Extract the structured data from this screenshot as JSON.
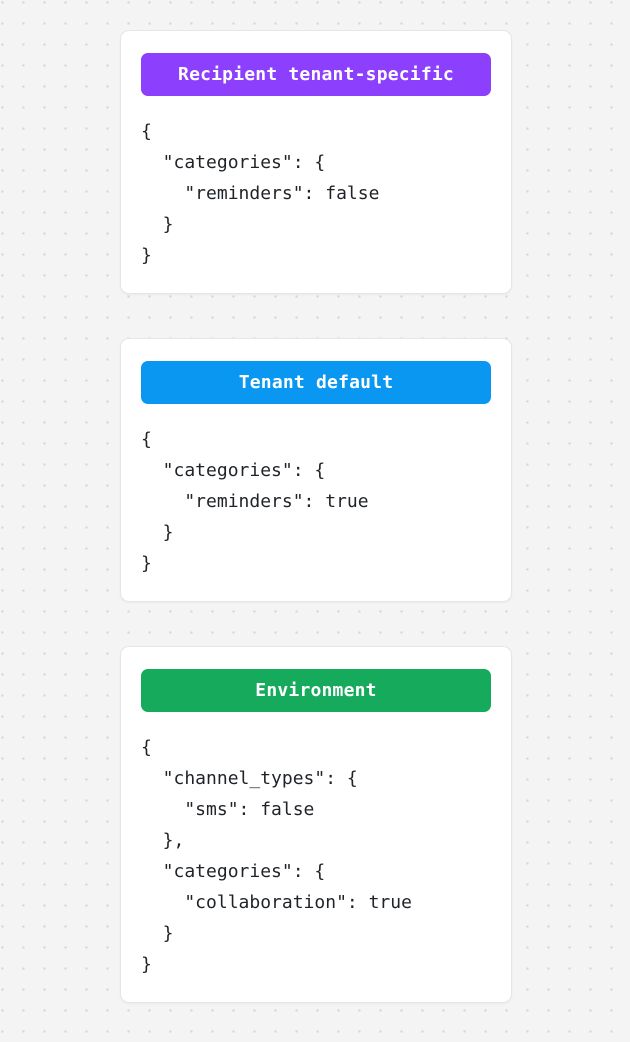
{
  "page": {
    "background_color": "#f4f4f4",
    "dot_color": "#d2d2d2"
  },
  "cards": [
    {
      "badge_label": "Recipient tenant-specific",
      "badge_color": "#8c3ffc",
      "json_text": "{\n  \"categories\": {\n    \"reminders\": false\n  }\n}",
      "config": {
        "categories": {
          "reminders": false
        }
      }
    },
    {
      "badge_label": "Tenant default",
      "badge_color": "#0a97f2",
      "json_text": "{\n  \"categories\": {\n    \"reminders\": true\n  }\n}",
      "config": {
        "categories": {
          "reminders": true
        }
      }
    },
    {
      "badge_label": "Environment",
      "badge_color": "#16ab5c",
      "json_text": "{\n  \"channel_types\": {\n    \"sms\": false\n  },\n  \"categories\": {\n    \"collaboration\": true\n  }\n}",
      "config": {
        "channel_types": {
          "sms": false
        },
        "categories": {
          "collaboration": true
        }
      }
    }
  ]
}
